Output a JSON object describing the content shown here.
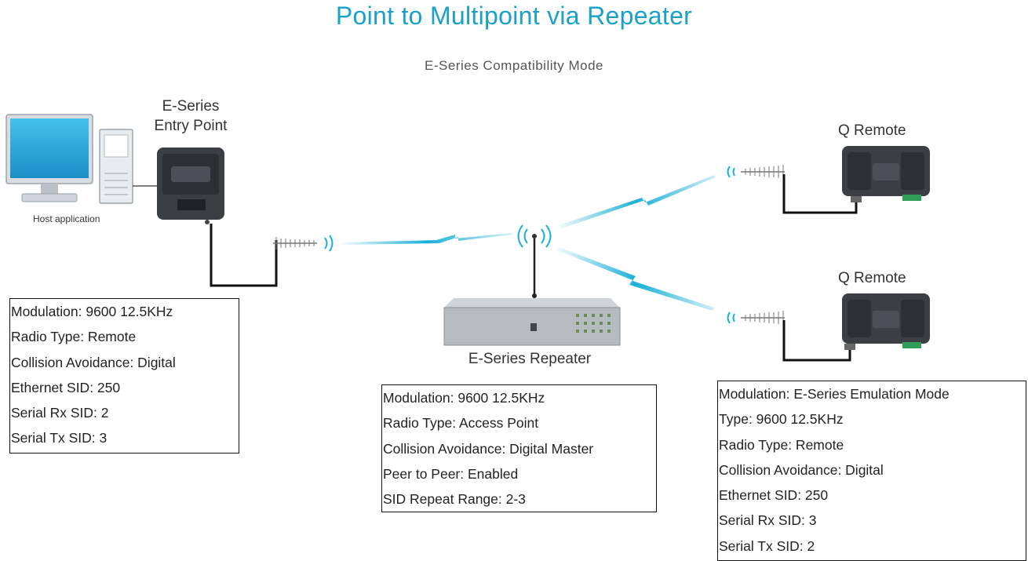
{
  "title": "Point to Multipoint via Repeater",
  "subtitle": "E-Series Compatibility Mode",
  "host": {
    "label": "Host application"
  },
  "entry_point": {
    "label_line1": "E-Series",
    "label_line2": "Entry Point"
  },
  "repeater": {
    "label": "E-Series Repeater"
  },
  "remote_1": {
    "label": "Q Remote"
  },
  "remote_2": {
    "label": "Q Remote"
  },
  "entry_config": [
    "Modulation: 9600 12.5KHz",
    "Radio Type: Remote",
    "Collision Avoidance: Digital",
    "Ethernet SID: 250",
    "Serial Rx SID: 2",
    "Serial Tx SID: 3"
  ],
  "repeater_config": [
    "Modulation: 9600 12.5KHz",
    "Radio Type: Access Point",
    "Collision Avoidance: Digital Master",
    "Peer to Peer: Enabled",
    "SID Repeat Range: 2-3"
  ],
  "remote_config": [
    "Modulation: E-Series Emulation Mode",
    "Type: 9600 12.5KHz",
    "Radio Type: Remote",
    "Collision Avoidance: Digital",
    "Ethernet SID: 250",
    "Serial Rx SID: 3",
    "Serial Tx SID: 2"
  ],
  "colors": {
    "accent": "#1aa0c9",
    "link": "#1bb0d8",
    "device": "#3b3f44"
  }
}
